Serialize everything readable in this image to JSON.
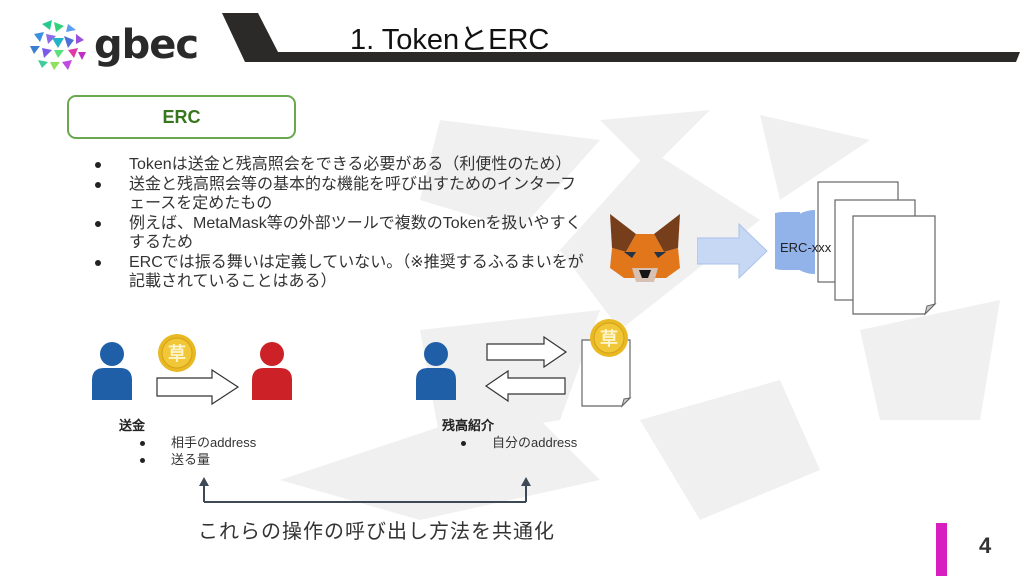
{
  "header": {
    "logo_text": "gbec",
    "title": "1. TokenとERC"
  },
  "section_label": "ERC",
  "bullets": [
    "Tokenは送金と残高照会をできる必要がある（利便性のため）",
    "送金と残高照会等の基本的な機能を呼び出すためのインターフェースを定めたもの",
    "例えば、MetaMask等の外部ツールで複数のTokenを扱いやすくするため",
    "ERCでは振る舞いは定義していない。（※推奨するふるまいをが記載されていることはある）"
  ],
  "diagram": {
    "erc_label": "ERC-xxx",
    "coin_glyph": "草",
    "transfer": {
      "caption": "送金",
      "items": [
        "相手のaddress",
        "送る量"
      ]
    },
    "balance": {
      "caption": "残高紹介",
      "items": [
        "自分のaddress"
      ]
    },
    "bottom_caption": "これらの操作の呼び出し方法を共通化"
  },
  "footer": {
    "page_number": "4",
    "accent_color": "#d61fbe"
  },
  "colors": {
    "title_bar": "#2b2a28",
    "erc_box_border": "#6aa84f",
    "erc_box_text": "#38761d",
    "person_blue": "#1f5fa8",
    "person_red": "#cc2127",
    "arrow_blue": "#b7cdf1",
    "erc_halfcircle": "#92b2ea",
    "coin_gold": "#e8b923"
  }
}
